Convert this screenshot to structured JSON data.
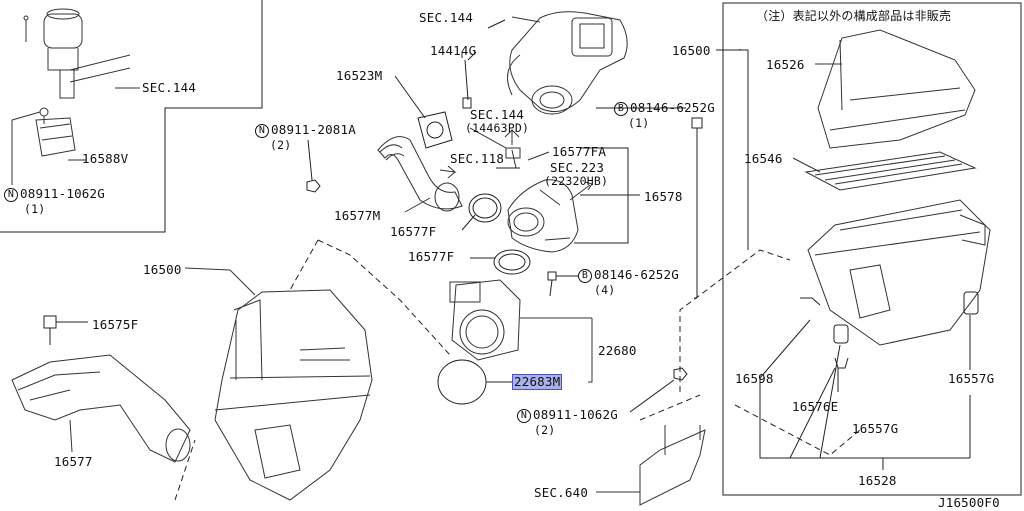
{
  "diagram_id": "J16500F0",
  "note": "（注）表記以外の構成部品は非販売",
  "labels": {
    "sec144_top": "SEC.144",
    "p14414g": "14414G",
    "p16523m": "16523M",
    "sec144_mid": "SEC.144",
    "p14463pd": "(14463PD)",
    "p08911_2081a": "08911-2081A",
    "q2_a": "(2)",
    "sec118": "SEC.118",
    "p16577fa": "16577FA",
    "sec223": "SEC.223",
    "p22320hb": "(22320HB)",
    "p16578": "16578",
    "p16577m": "16577M",
    "p16577f_a": "16577F",
    "p16577f_b": "16577F",
    "p08146_6252g_a": "08146-6252G",
    "q1_a": "(1)",
    "p08146_6252g_b": "08146-6252G",
    "q4": "(4)",
    "p16500_top": "16500",
    "p16526": "16526",
    "p16546": "16546",
    "p16500_left": "16500",
    "p16575f": "16575F",
    "p22680": "22680",
    "p22683m": "22683M",
    "p16577": "16577",
    "p08911_1062g_b": "08911-1062G",
    "q2_b": "(2)",
    "sec640": "SEC.640",
    "p16598": "16598",
    "p16576e": "16576E",
    "p16557g_a": "16557G",
    "p16557g_b": "16557G",
    "p16528": "16528",
    "inset_sec144": "SEC.144",
    "inset_16588v": "16588V",
    "inset_08911_1062g": "08911-1062G",
    "inset_q1": "(1)",
    "circle_n": "N",
    "circle_b": "B"
  }
}
